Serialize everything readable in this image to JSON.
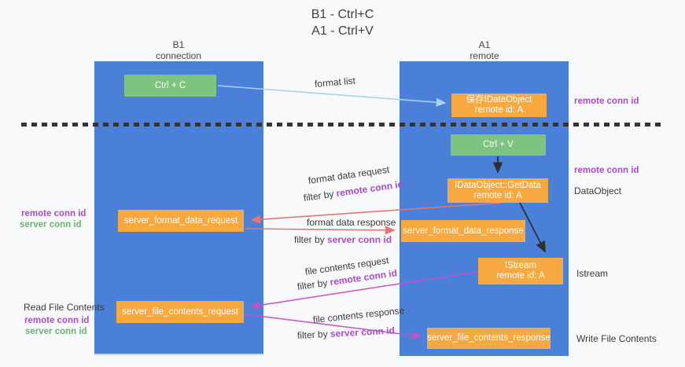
{
  "title": {
    "line1": "B1 - Ctrl+C",
    "line2": "A1 - Ctrl+V"
  },
  "lanes": {
    "left": {
      "name": "B1",
      "role": "connection"
    },
    "right": {
      "name": "A1",
      "role": "remote"
    }
  },
  "boxes": {
    "ctrl_c": {
      "label": "Ctrl + C"
    },
    "save_idataobject": {
      "line1": "保存IDataObject",
      "line2": "remote id: A"
    },
    "ctrl_v": {
      "label": "Ctrl + V"
    },
    "getdata": {
      "line1": "IDataObject::GetData",
      "line2": "remote id: A"
    },
    "format_request": {
      "label": "server_format_data_request"
    },
    "format_response": {
      "label": "server_format_data_response"
    },
    "istream": {
      "line1": "IStream",
      "line2": "remote id: A"
    },
    "file_request": {
      "label": "server_file_contents_request"
    },
    "file_response": {
      "label": "server_file_contents_response"
    }
  },
  "edge_labels": {
    "format_list": "format list",
    "format_data_request": "format data request",
    "format_data_response": "format data response",
    "file_contents_request": "file contents request",
    "file_contents_response": "file contents response",
    "filter_by": "filter by "
  },
  "terms": {
    "remote_conn_id": "remote conn id",
    "server_conn_id": "server conn id"
  },
  "side_labels": {
    "dataobject": "DataObject",
    "istream": "Istream",
    "read_file_contents": "Read File Contents",
    "write_file_contents": "Write File Contents"
  },
  "colors": {
    "lane_blue": "#4a80d8",
    "box_orange": "#f7a93f",
    "box_green": "#7cc47f",
    "arrow_red": "#e8736f",
    "arrow_magenta": "#c94fc9",
    "arrow_lightblue": "#a9d2f0",
    "arrow_black": "#2e2e2e",
    "annotation_purple": "#a84cc8",
    "annotation_green": "#67b56b"
  }
}
